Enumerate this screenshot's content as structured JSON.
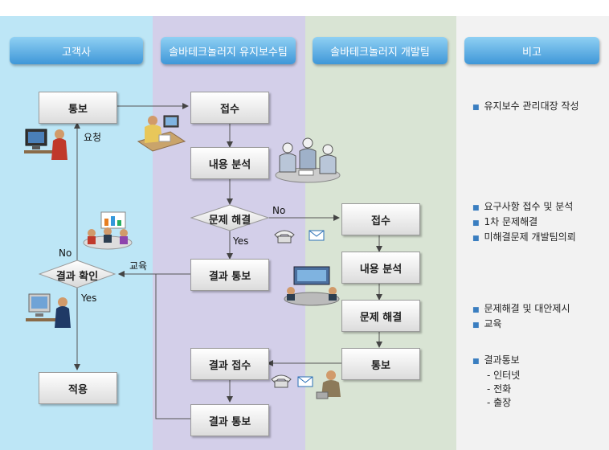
{
  "lanes": {
    "customer": "고객사",
    "maintenance": "솔바테크놀러지 유지보수팀",
    "development": "솔바테크놀러지 개발팀",
    "remarks": "비고"
  },
  "customer": {
    "notify": "통보",
    "request_label": "요청",
    "check": "결과 확인",
    "no_label": "No",
    "yes_label": "Yes",
    "education_label": "교육",
    "apply": "적용"
  },
  "maintenance": {
    "receive": "접수",
    "analysis": "내용 분석",
    "solve": "문제 해결",
    "no_label": "No",
    "yes_label": "Yes",
    "result_notify": "결과 통보",
    "result_receive": "결과 접수",
    "result_notify2": "결과 통보"
  },
  "development": {
    "receive": "접수",
    "analysis": "내용 분석",
    "solve": "문제 해결",
    "notify": "통보"
  },
  "remarks": {
    "group1": [
      "유지보수 관리대장 작성"
    ],
    "group2": [
      "요구사항 접수 및 분석",
      "1차 문제해결",
      "미해결문제 개발팀의뢰"
    ],
    "group3": [
      "문제해결 및 대안제시",
      "교육"
    ],
    "group4_title": "결과통보",
    "group4_items": [
      "- 인터넷",
      "- 전화",
      "- 출장"
    ]
  },
  "colors": {
    "customer_lane": "#bde6f6",
    "maintenance_lane": "#d3cfe9",
    "development_lane": "#d9e4d4",
    "remarks_lane": "#f2f2f2",
    "header_accent": "#3f97d8"
  }
}
